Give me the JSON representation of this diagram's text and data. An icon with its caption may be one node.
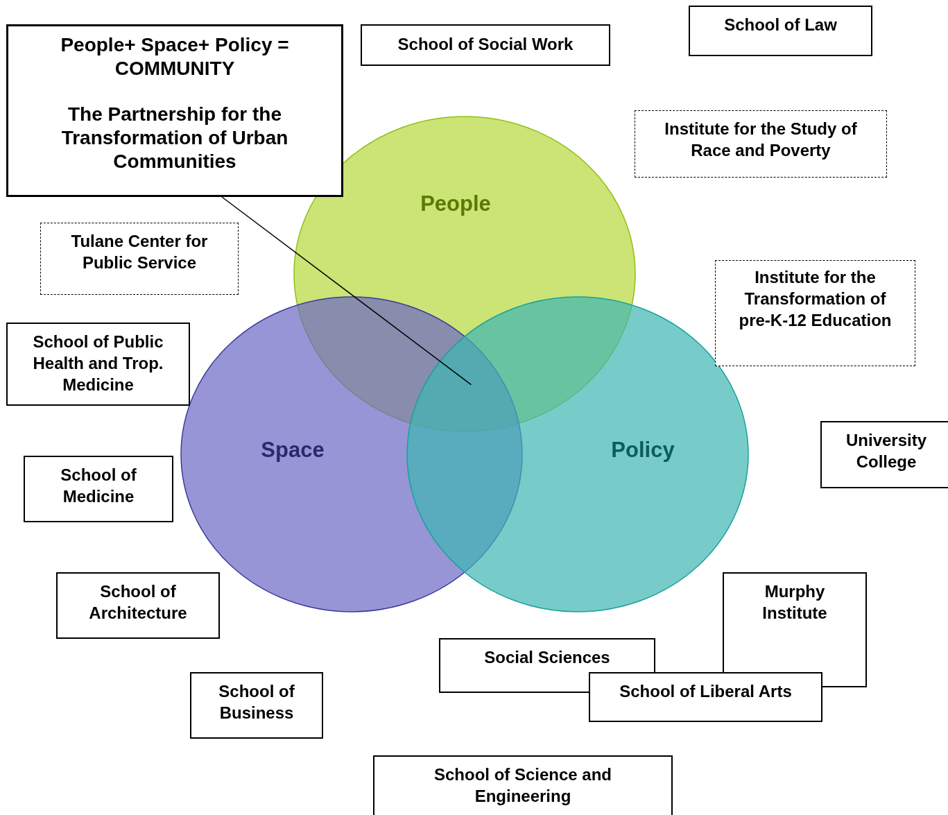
{
  "diagram": {
    "nodes": [
      {
        "text": [
          "People+ Space+ Policy = COMMUNITY",
          "The Partnership for the Transformation of Urban Communities"
        ]
      },
      {
        "text": [
          "School of Social Work"
        ]
      },
      {
        "text": [
          "School of Law"
        ]
      },
      {
        "text": [
          "Institute for the Study of Race and Poverty"
        ]
      },
      {
        "text": [
          "People"
        ]
      },
      {
        "text": [
          "Tulane Center for Public Service"
        ]
      },
      {
        "text": [
          "Institute for the Transformation of pre-K-12 Education"
        ]
      },
      {
        "text": [
          "School of Public Health and Trop. Medicine"
        ]
      },
      {
        "text": [
          "Space"
        ]
      },
      {
        "text": [
          "Policy"
        ]
      },
      {
        "text": [
          "University College"
        ]
      },
      {
        "text": [
          "School of Medicine"
        ]
      },
      {
        "text": [
          "School of Architecture"
        ]
      },
      {
        "text": [
          "Murphy Institute"
        ]
      },
      {
        "text": [
          "Social Sciences"
        ]
      },
      {
        "text": [
          "School of Business"
        ]
      },
      {
        "text": [
          "School of Liberal Arts"
        ]
      },
      {
        "text": [
          "School of Science and Engineering"
        ]
      }
    ],
    "edges": [
      {
        "from": 0,
        "to": 4,
        "arrow": "none"
      }
    ]
  }
}
